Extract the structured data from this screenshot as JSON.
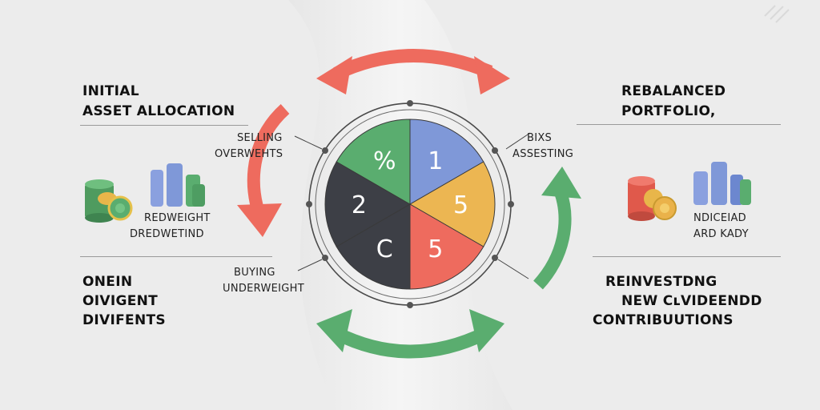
{
  "colors": {
    "red": "#ee6b5e",
    "green": "#5aad6f",
    "blue": "#7f98d8",
    "yellow": "#ecb652",
    "dark": "#3d3f46",
    "background": "#ededed"
  },
  "top_left": {
    "line1": "INITIAL",
    "line2": "ASSET ALLOCATION"
  },
  "top_right": {
    "line1": "REBALANCED",
    "line2": "PORTFOLIO,"
  },
  "bottom_left": {
    "line1": "ONEIN",
    "line2": "OIVIGENT",
    "line3": "DIVIFENTS"
  },
  "bottom_right": {
    "line1": "REINVESTDNG",
    "line2": "NEW CʟVIDEENDD",
    "line3": "CONTRIBUUTIONS"
  },
  "labels": {
    "selling_line1": "SELLING",
    "selling_line2": "OVERWEHTS",
    "buying_line1": "BUYING",
    "buying_line2": "UNDERWEIGHT",
    "right_top_line1": "BIXS",
    "right_top_line2": "ASSESTING",
    "left_icon_line1": "REDWEIGHT",
    "left_icon_line2": "DREDWETIND",
    "right_icon_line1": "NDICEIAD",
    "right_icon_line2": "ARD KADY"
  },
  "wheel": {
    "segments": [
      {
        "label": "1",
        "color": "#7f98d8"
      },
      {
        "label": "5",
        "color": "#ecb652"
      },
      {
        "label": "5",
        "color": "#ee6b5e"
      },
      {
        "label": "C",
        "color": "#3d3f46"
      },
      {
        "label": "2",
        "color": "#3d3f46"
      },
      {
        "label": "%",
        "color": "#5aad6f"
      }
    ]
  },
  "icons": {
    "left_coins": "coin-stack-icon",
    "left_bars": "bar-chart-icon",
    "right_coins": "coin-stack-icon",
    "right_bars": "bar-chart-icon"
  }
}
